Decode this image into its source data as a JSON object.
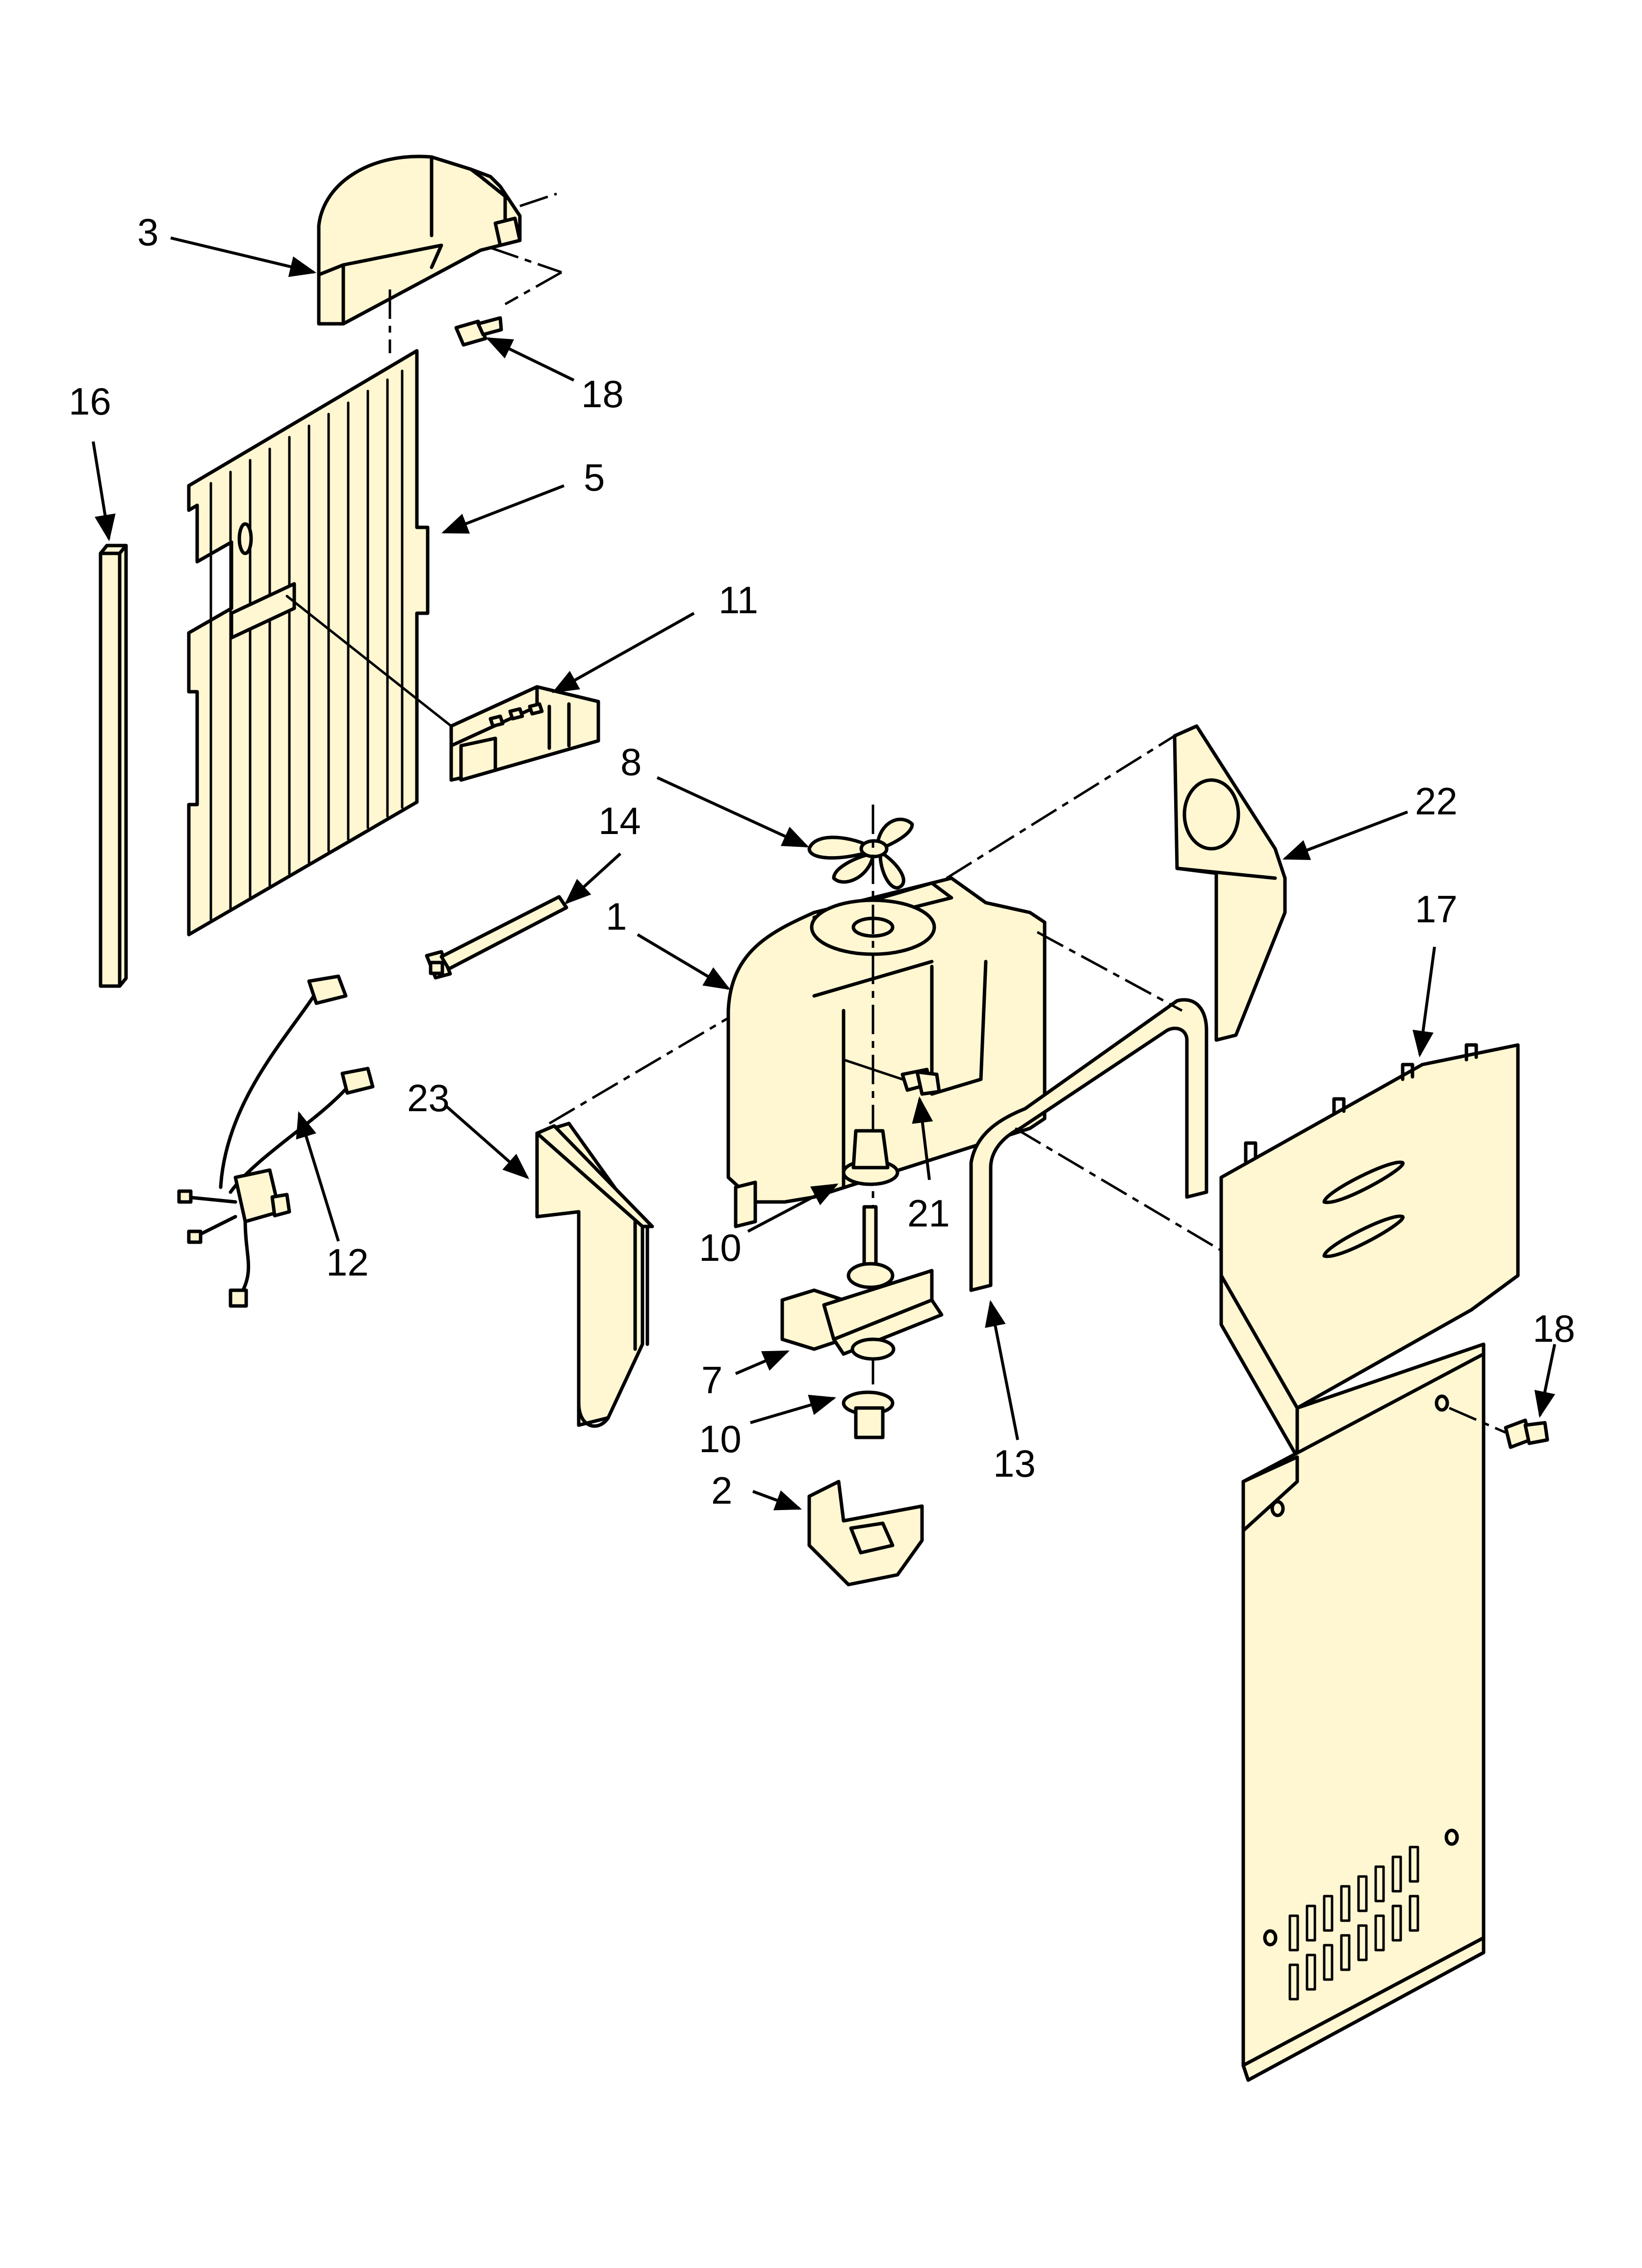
{
  "diagram": {
    "callouts": [
      {
        "id": "c3",
        "text": "3"
      },
      {
        "id": "c18a",
        "text": "18"
      },
      {
        "id": "c16",
        "text": "16"
      },
      {
        "id": "c5",
        "text": "5"
      },
      {
        "id": "c11",
        "text": "11"
      },
      {
        "id": "c8",
        "text": "8"
      },
      {
        "id": "c14",
        "text": "14"
      },
      {
        "id": "c1",
        "text": "1"
      },
      {
        "id": "c22",
        "text": "22"
      },
      {
        "id": "c17",
        "text": "17"
      },
      {
        "id": "c23",
        "text": "23"
      },
      {
        "id": "c12",
        "text": "12"
      },
      {
        "id": "c10a",
        "text": "10"
      },
      {
        "id": "c21",
        "text": "21"
      },
      {
        "id": "c7",
        "text": "7"
      },
      {
        "id": "c10b",
        "text": "10"
      },
      {
        "id": "c13",
        "text": "13"
      },
      {
        "id": "c2",
        "text": "2"
      },
      {
        "id": "c18b",
        "text": "18"
      }
    ]
  }
}
